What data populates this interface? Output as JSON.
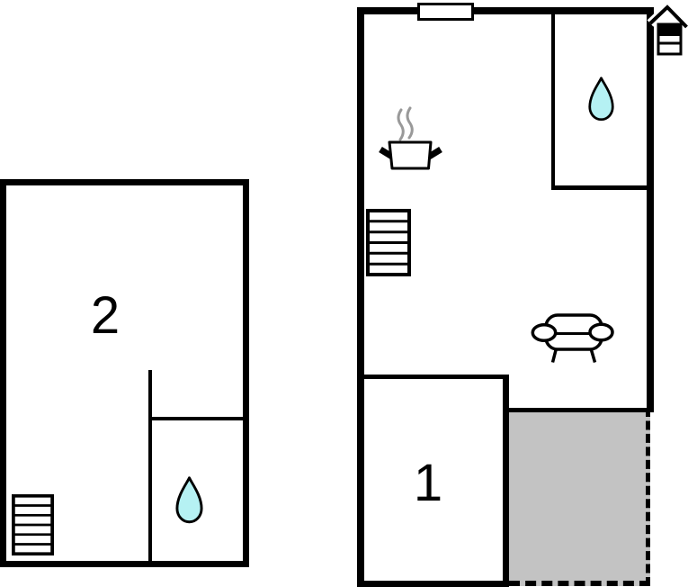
{
  "page": {
    "type": "holiday-home floor plan",
    "background": "#ffffff"
  },
  "rooms": {
    "upper_label": "2",
    "lower_label": "1"
  },
  "colors": {
    "wall": "#000000",
    "water_drop_fill": "#b5f1f3",
    "terrace_fill": "#c3c3c3",
    "steam": "#999999",
    "window_fill": "#ffffff"
  },
  "icons": {
    "stairs": "stairs-icon",
    "water_drop": "water-drop-icon",
    "stove_pot": "stove-pot-icon",
    "sofa": "sofa-icon",
    "chimney": "chimney-icon",
    "window": "window-marker"
  }
}
